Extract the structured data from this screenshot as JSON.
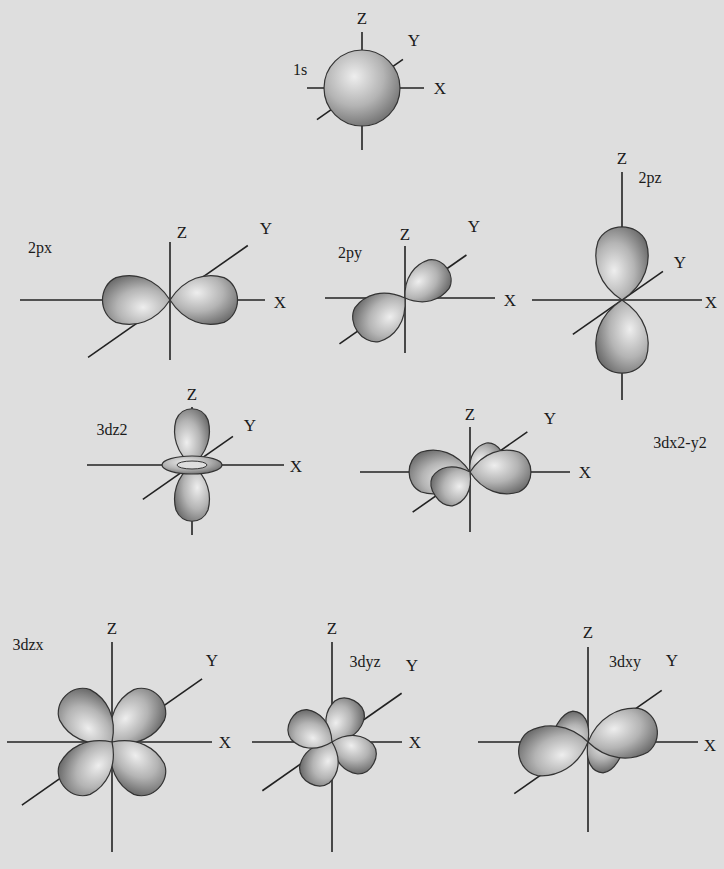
{
  "diagram": {
    "labels": [
      "Z",
      "Y",
      "1s",
      "X",
      "2px",
      "Z",
      "Y",
      "X",
      "2py",
      "Z",
      "Y",
      "X",
      "Z",
      "2pz",
      "Y",
      "X",
      "3dx2-y2",
      "Z",
      "3dz2",
      "Y",
      "X",
      "Z",
      "Y",
      "X",
      "3dzx",
      "Z",
      "Y",
      "X",
      "3dyz",
      "Z",
      "Y",
      "X",
      "3dxy",
      "Z",
      "Y",
      "X"
    ]
  }
}
